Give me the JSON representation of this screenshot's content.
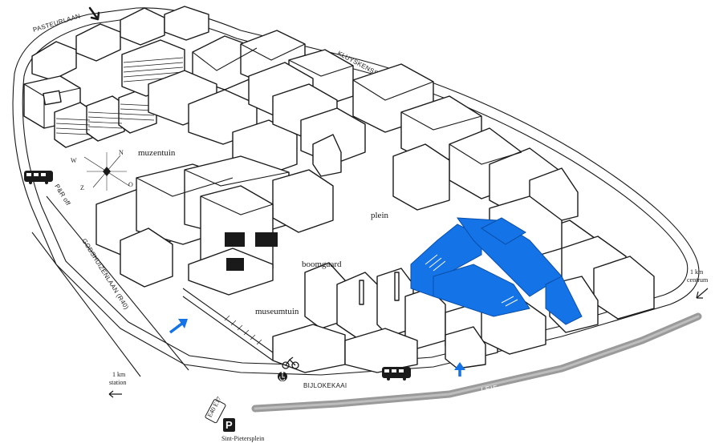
{
  "map": {
    "highlight_color": "#1473e6",
    "river_color": "#9a9a9a",
    "streets": {
      "pasteurlaan": "PASTEURLAAN",
      "kluyskensstraat": "KLUYSKENSSTRAAT",
      "godshuizenlaan": "GODSHUIZENLAAN (R40)",
      "bijlokekaai": "BIJLOKEKAAI",
      "pr_off": "P&R off"
    },
    "areas": {
      "muzentuin": "muzentuin",
      "plein": "plein",
      "boomgaard": "boomgaard",
      "museumtuin": "museumtuin"
    },
    "river": "LEIE",
    "compass": {
      "n": "N",
      "o": "O",
      "z": "Z",
      "w": "W"
    },
    "directions": {
      "centrum_dist": "1 km",
      "centrum": "centrum",
      "station_dist": "1 km",
      "station": "station",
      "sint_pietersplein": "Sint-Pietersplein",
      "e40_e17": "E40\nE17"
    },
    "icons": [
      "bus-icon",
      "bicycle-icon",
      "wheelchair-icon",
      "parking-icon",
      "arrow-icon",
      "compass-rose-icon"
    ]
  }
}
